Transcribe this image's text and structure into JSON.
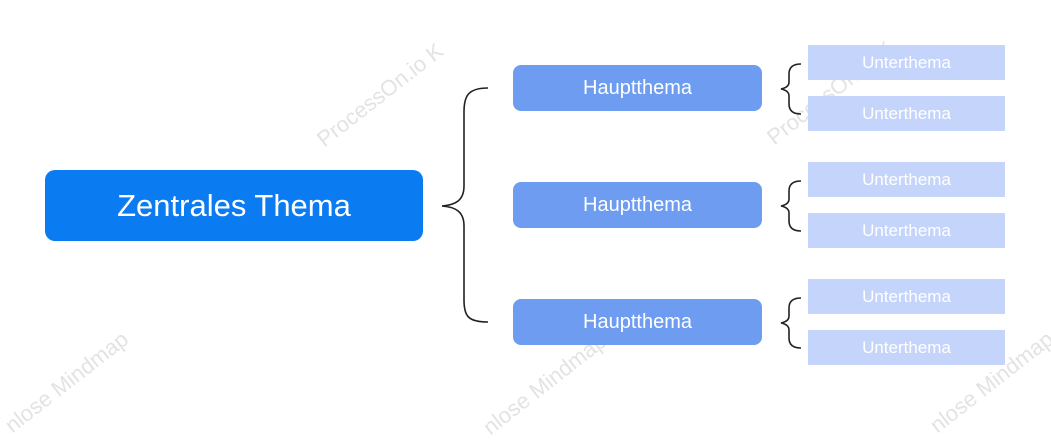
{
  "watermarks": [
    "ProcessOn.io K",
    "ProcessOn.io K",
    "nlose Mindmap",
    "nlose Mindmap",
    "nlose Mindmap"
  ],
  "central": {
    "label": "Zentrales Thema"
  },
  "branches": [
    {
      "label": "Hauptthema",
      "subtopics": [
        "Unterthema",
        "Unterthema"
      ]
    },
    {
      "label": "Hauptthema",
      "subtopics": [
        "Unterthema",
        "Unterthema"
      ]
    },
    {
      "label": "Hauptthema",
      "subtopics": [
        "Unterthema",
        "Unterthema"
      ]
    }
  ],
  "colors": {
    "central": "#0a7bf0",
    "main_topic": "#6d9cf0",
    "sub_topic": "#c4d4fa",
    "connector": "#222222",
    "watermark": "#e3e3e3"
  }
}
